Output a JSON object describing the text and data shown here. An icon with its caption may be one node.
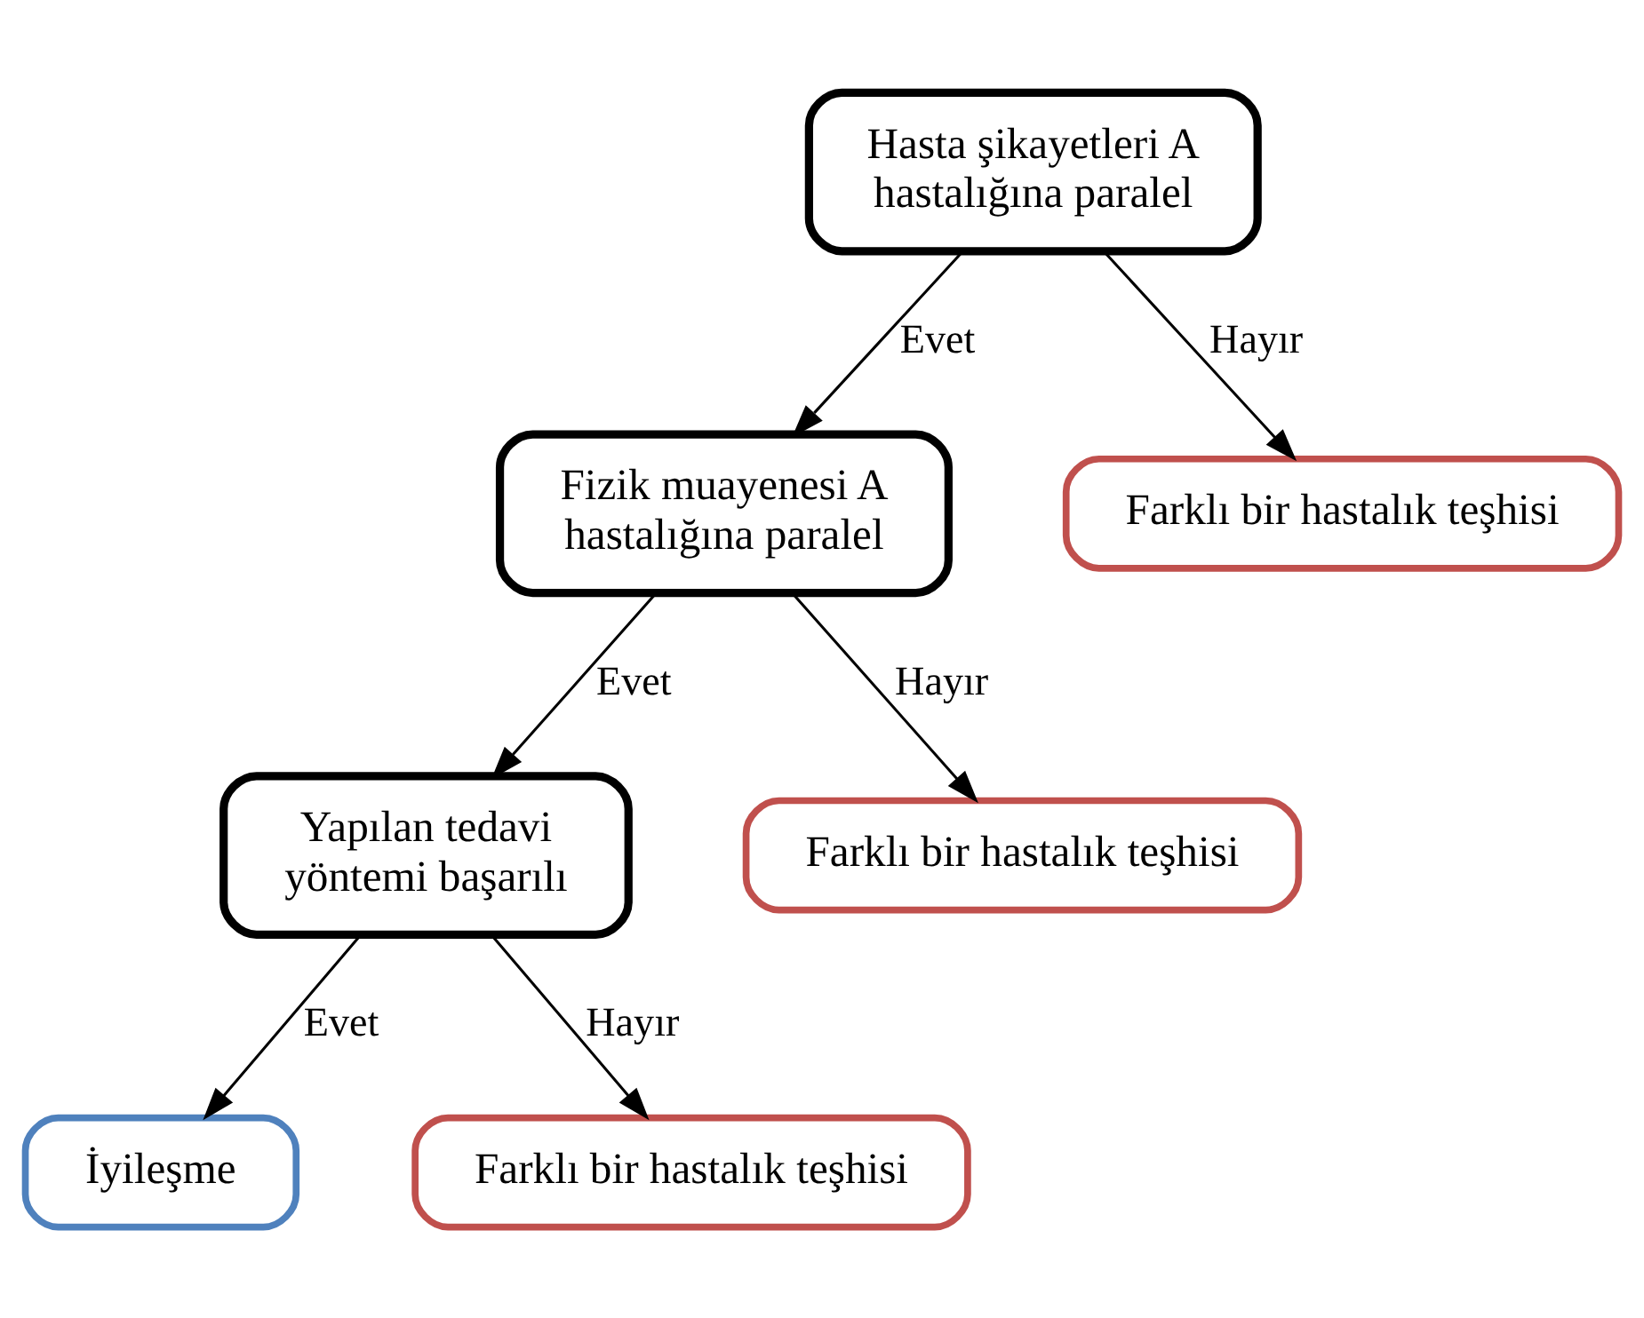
{
  "diagram": {
    "nodes": [
      {
        "text": [
          "Hasta şikayetleri A hastalığına paralel"
        ]
      },
      {
        "text": [
          "Fizik muayenesi A hastalığına paralel"
        ]
      },
      {
        "text": [
          "Farklı bir hastalık teşhisi"
        ]
      },
      {
        "text": [
          "Yapılan tedavi yöntemi başarılı"
        ]
      },
      {
        "text": [
          "Farklı bir hastalık teşhisi"
        ]
      },
      {
        "text": [
          "İyileşme"
        ]
      },
      {
        "text": [
          "Farklı bir hastalık teşhisi"
        ]
      }
    ],
    "edges": [
      {
        "from": 0,
        "to": 1,
        "arrow": "to",
        "label": "Evet"
      },
      {
        "from": 0,
        "to": 2,
        "arrow": "to",
        "label": "Hayır"
      },
      {
        "from": 1,
        "to": 3,
        "arrow": "to",
        "label": "Evet"
      },
      {
        "from": 1,
        "to": 4,
        "arrow": "to",
        "label": "Hayır"
      },
      {
        "from": 3,
        "to": 5,
        "arrow": "to",
        "label": "Evet"
      },
      {
        "from": 3,
        "to": 6,
        "arrow": "to",
        "label": "Hayır"
      }
    ]
  }
}
